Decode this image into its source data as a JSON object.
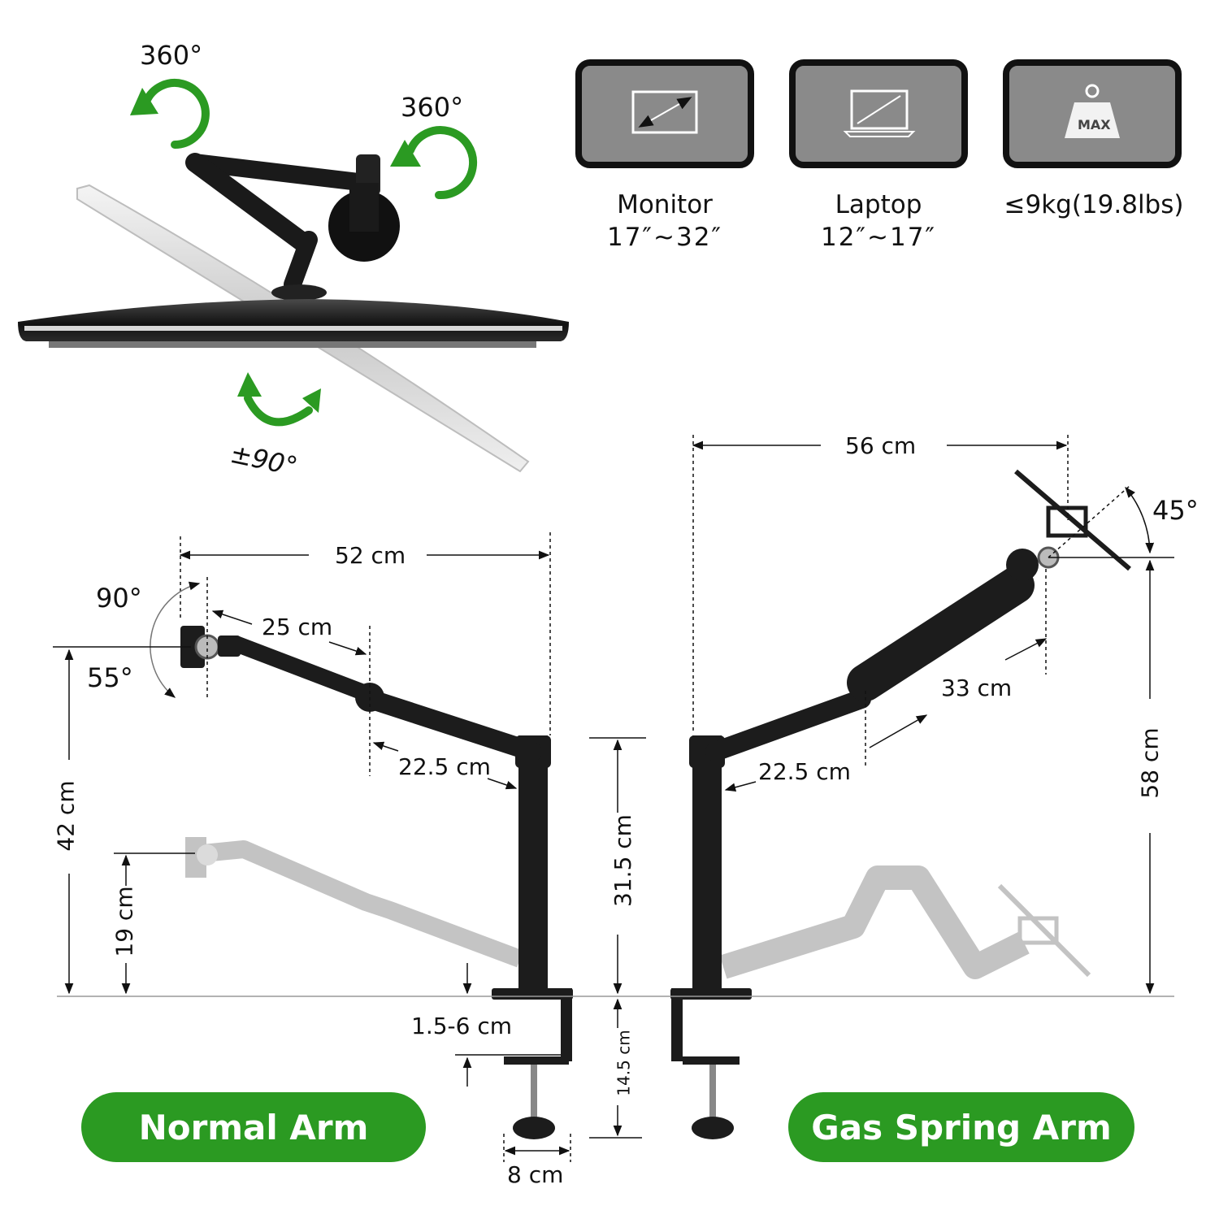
{
  "rotation": {
    "swivel_top": "360°",
    "swivel_joint": "360°",
    "tilt": "±90°"
  },
  "specs": [
    {
      "icon": "monitor-icon",
      "line1": "Monitor",
      "line2": "17″~32″"
    },
    {
      "icon": "laptop-icon",
      "line1": "Laptop",
      "line2": "12″~17″"
    },
    {
      "icon": "weight-icon",
      "line1": "≤9kg(19.8lbs)",
      "line2": "",
      "badge": "MAX"
    }
  ],
  "normal_arm": {
    "label": "Normal Arm",
    "dims": {
      "total_reach": "52 cm",
      "arm1": "25 cm",
      "arm2": "22.5 cm",
      "tilt_up": "90°",
      "tilt_down": "55°",
      "max_height": "42 cm",
      "min_height": "19 cm",
      "pole": "31.5 cm",
      "clamp_range": "1.5-6 cm",
      "clamp_height": "14.5 cm",
      "clamp_width": "8 cm"
    }
  },
  "gas_arm": {
    "label": "Gas Spring Arm",
    "dims": {
      "total_reach": "56 cm",
      "tilt": "45°",
      "arm1": "33 cm",
      "arm2": "22.5 cm",
      "height": "58 cm"
    }
  },
  "colors": {
    "accent_green": "#2b9a22",
    "arm_black": "#1c1c1c",
    "ghost_gray": "#b8b8b8",
    "icon_gray": "#8a8a8a"
  }
}
